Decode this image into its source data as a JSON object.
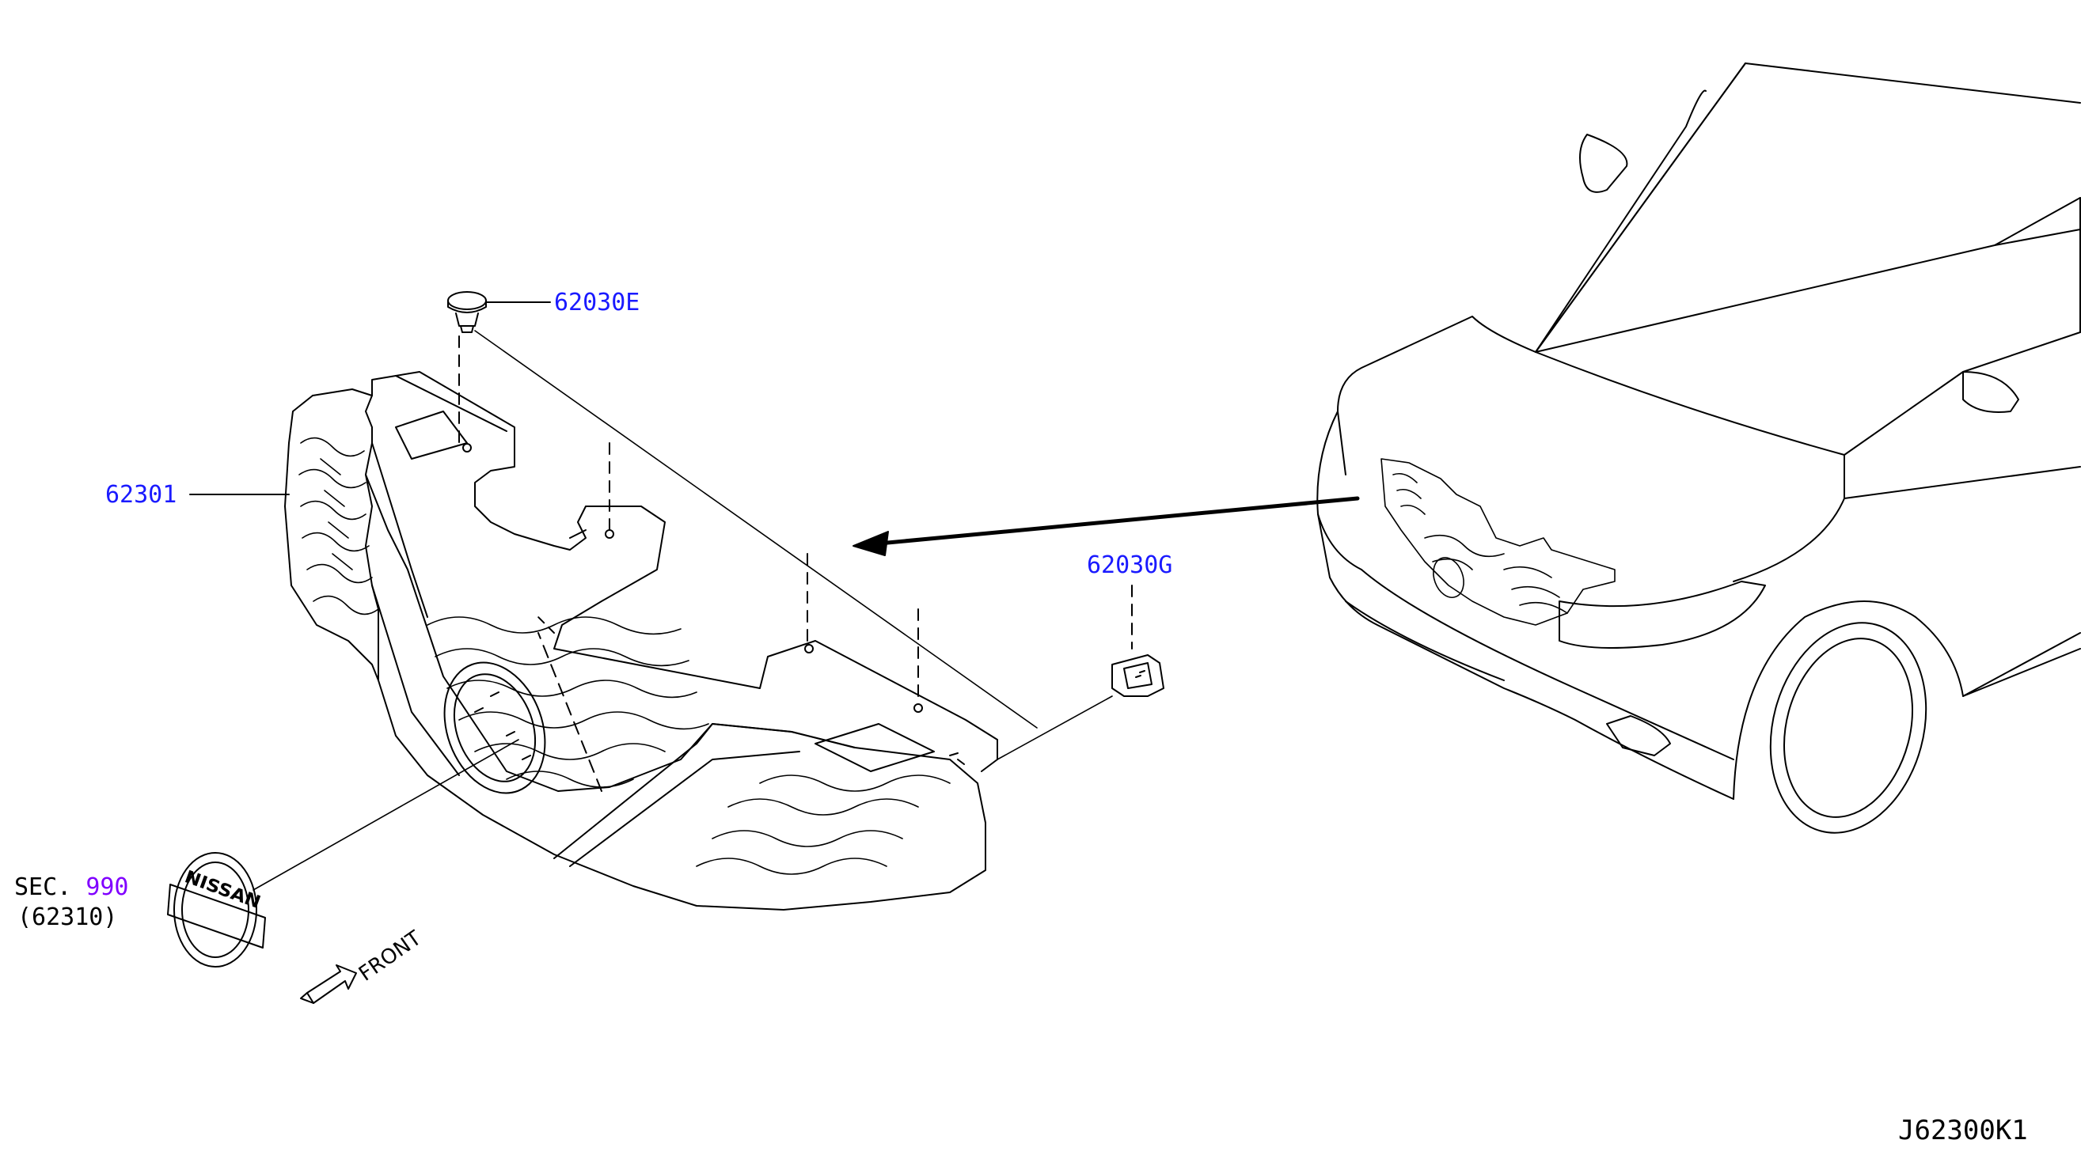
{
  "colors": {
    "part_link": "#1a1aff",
    "section_link": "#8000ff",
    "line": "#000000",
    "background": "#ffffff"
  },
  "parts": {
    "clip_top": "62030E",
    "grille": "62301",
    "clip_side": "62030G"
  },
  "section_ref": {
    "prefix": "SEC.",
    "number": "990",
    "sub": "(62310)"
  },
  "emblem_text": "NISSAN",
  "front_label": "FRONT",
  "figure_code": "J62300K1"
}
